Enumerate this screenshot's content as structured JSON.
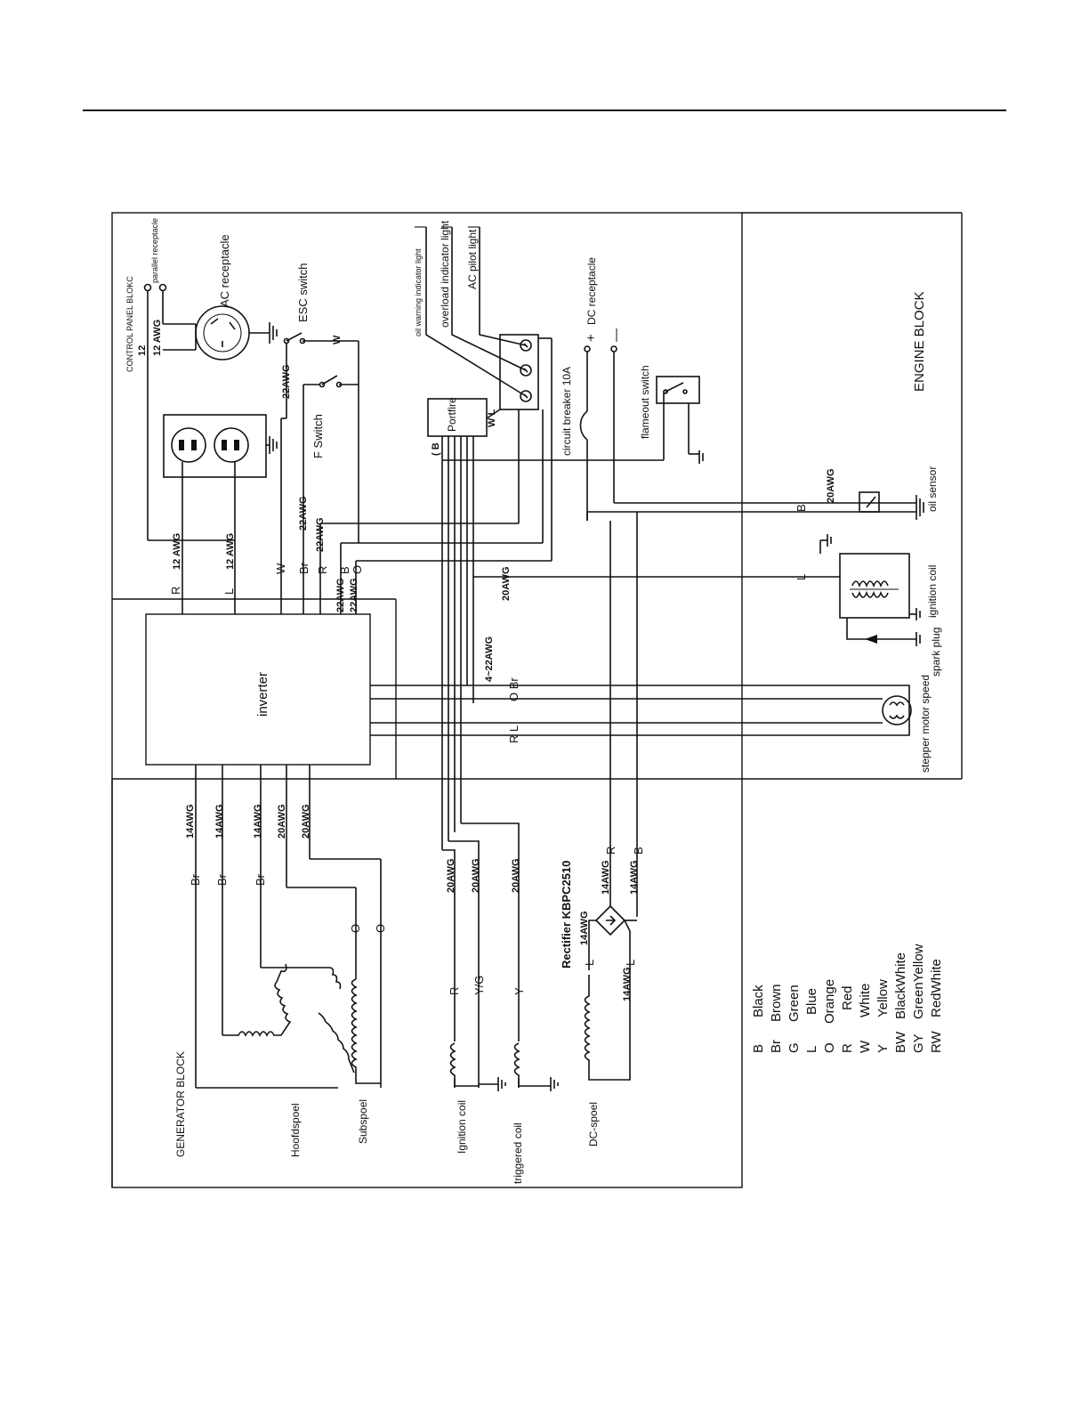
{
  "blocks": {
    "control_panel": "CONTROL PANEL BLOKC",
    "generator": "GENERATOR BLOCK",
    "engine": "ENGINE BLOCK",
    "inverter": "inverter"
  },
  "components": {
    "parallel_receptacle": "parallel  receptacle",
    "ac_receptacle": "AC receptacle",
    "esc_switch": "ESC switch",
    "f_switch": "F Switch",
    "oil_warning_light": "oil warning indicator light",
    "overload_light": "overload indicator light",
    "ac_pilot_light": "AC pilot light",
    "dc_receptacle": "DC receptacle",
    "circuit_breaker": "circuit breaker 10A",
    "flameout_switch": "flameout switch",
    "portfire": "Portfire",
    "oil_sensor": "oil sensor",
    "ignition_coil_engine": "ignition coil",
    "spark_plug": "spark plug",
    "stepper_motor": "stepper motor speed",
    "rectifier": "Rectifier   KBPC2510",
    "hoofdspoel": "Hoofdspoel",
    "subspoel": "Subspoel",
    "ignition_coil_gen": "Ignition coil",
    "triggered_coil": "triggered  coil",
    "dc_spoel": "DC-spoel",
    "plus": "+",
    "minus": "—"
  },
  "gauges": {
    "awg12": "12  AWG",
    "awg14": "14AWG",
    "awg20": "20AWG",
    "awg22": "22AWG",
    "awg4_22": "4~22AWG"
  },
  "wire_letters": {
    "R": "R",
    "L": "L",
    "W": "W",
    "Br": "Br",
    "B": "B",
    "O": "O",
    "Y": "Y",
    "YG": "Y/G",
    "portfire_B": "( B",
    "portfire_WL": "W  L",
    "O_Br": "O Br",
    "R_L": "R L"
  },
  "legend": [
    {
      "code": "B",
      "name": "Black"
    },
    {
      "code": "Br",
      "name": "Brown"
    },
    {
      "code": "G",
      "name": "Green"
    },
    {
      "code": "L",
      "name": "Blue"
    },
    {
      "code": "O",
      "name": "Orange"
    },
    {
      "code": "R",
      "name": "Red"
    },
    {
      "code": "W",
      "name": "White"
    },
    {
      "code": "Y",
      "name": "Yellow"
    },
    {
      "code": "BW",
      "name": "BlackWhite"
    },
    {
      "code": "GY",
      "name": "GreenYellow"
    },
    {
      "code": "RW",
      "name": "RedWhite"
    }
  ]
}
